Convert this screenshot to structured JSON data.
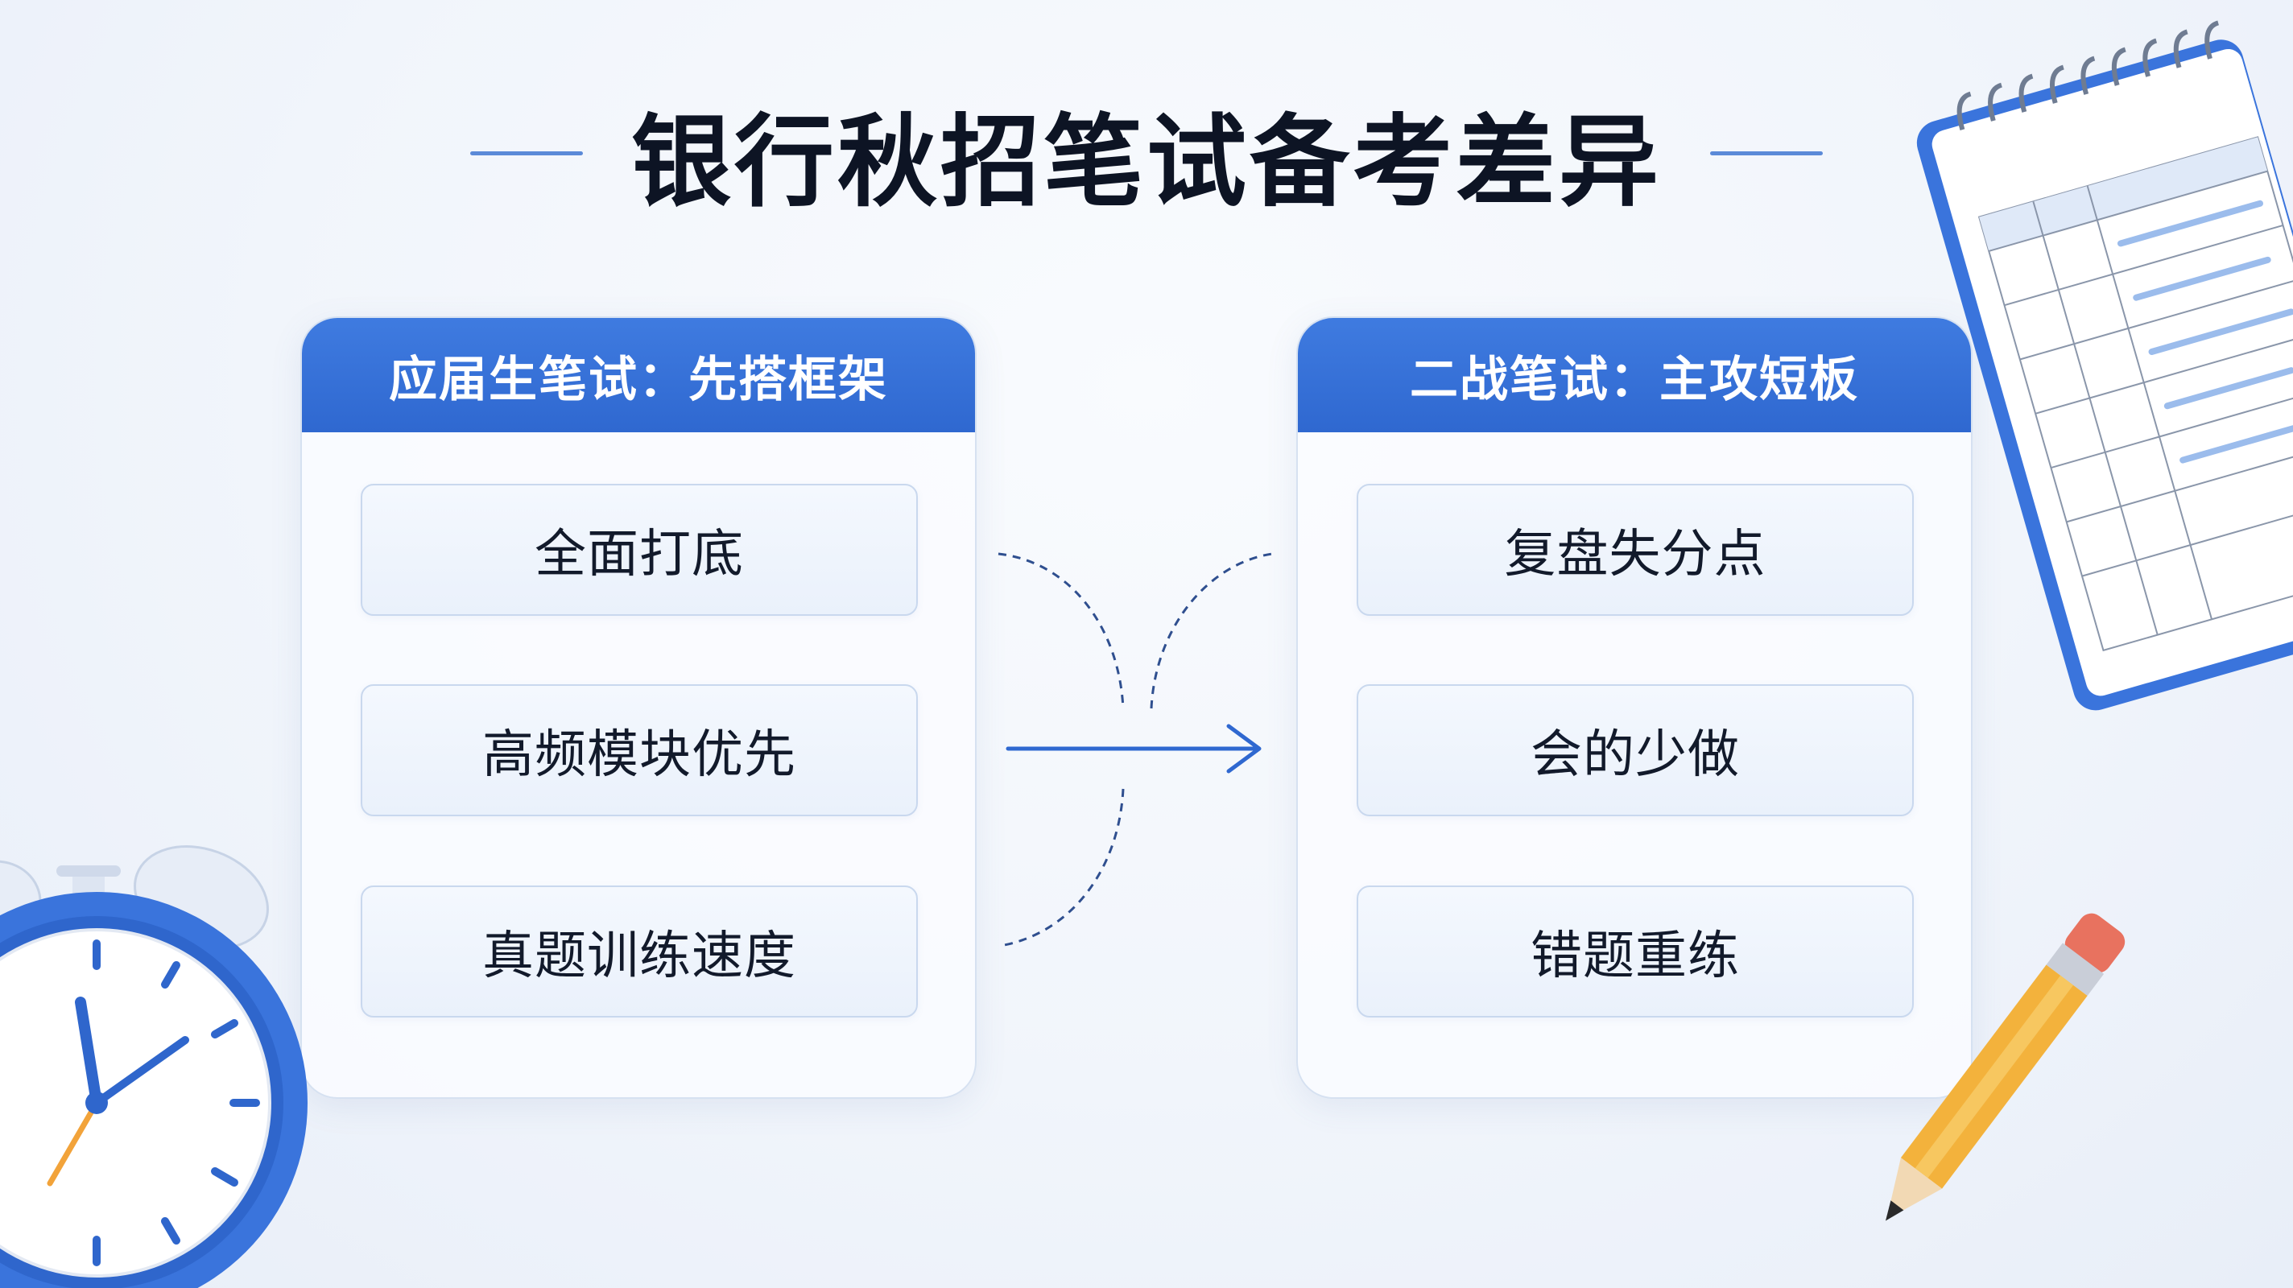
{
  "title": "银行秋招笔试备考差异",
  "left_panel": {
    "header": "应届生笔试：先搭框架",
    "items": [
      "全面打底",
      "高频模块优先",
      "真题训练速度"
    ]
  },
  "right_panel": {
    "header": "二战笔试：主攻短板",
    "items": [
      "复盘失分点",
      "会的少做",
      "错题重练"
    ]
  },
  "colors": {
    "accent": "#2f68d0",
    "header_blue": "#3f7be0",
    "card_border": "#c9d8ee",
    "pencil_yellow": "#f3b23c",
    "clock_blue": "#3a74dc"
  },
  "icons": [
    "alarm-clock-icon",
    "notebook-calendar-icon",
    "pencil-icon",
    "arrow-right-icon"
  ]
}
